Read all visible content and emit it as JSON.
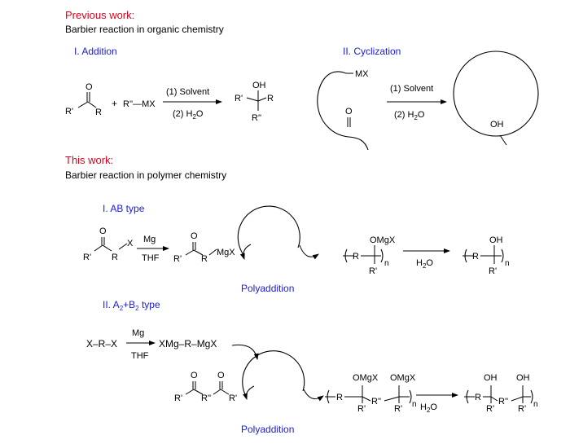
{
  "previous": {
    "heading": "Previous work:",
    "subtitle": "Barbier reaction in organic chemistry",
    "addition": {
      "label": "I. Addition",
      "ketone": {
        "o": "O",
        "r1": "R'",
        "r2": "R"
      },
      "plus": "+",
      "reagent": "R''—MX",
      "cond1": "(1) Solvent",
      "cond2_pre": "(2) H",
      "cond2_sub": "2",
      "cond2_post": "O",
      "product": {
        "oh": "OH",
        "r1": "R'",
        "r2": "R",
        "r3": "R''"
      }
    },
    "cyclization": {
      "label": "II. Cyclization",
      "mx": "MX",
      "o": "O",
      "cond1": "(1) Solvent",
      "cond2_pre": "(2) H",
      "cond2_sub": "2",
      "cond2_post": "O",
      "oh": "OH"
    }
  },
  "this_work": {
    "heading": "This work:",
    "subtitle": "Barbier reaction in polymer chemistry",
    "ab": {
      "label": "I. AB type",
      "monomer": {
        "o": "O",
        "r1": "R'",
        "r2": "R",
        "x": "X"
      },
      "mg": "Mg",
      "thf": "THF",
      "grignard": {
        "o": "O",
        "r1": "R'",
        "r2": "R",
        "mgx": "MgX"
      },
      "cycle_label": "Polyaddition",
      "polymer": {
        "omgx": "OMgX",
        "r": "R",
        "r1": "R'",
        "n": "n"
      },
      "h2o_pre": "H",
      "h2o_sub": "2",
      "h2o_post": "O",
      "final": {
        "oh": "OH",
        "r": "R",
        "r1": "R'",
        "n": "n"
      }
    },
    "a2b2": {
      "label_pre": "II. A",
      "label_sub1": "2",
      "label_mid": "+B",
      "label_sub2": "2",
      "label_post": " type",
      "dihalide": "X–R–X",
      "mg": "Mg",
      "thf": "THF",
      "digrignard": "XMg–R–MgX",
      "diketone": {
        "o1": "O",
        "o2": "O",
        "r1": "R'",
        "r2": "R''",
        "r3": "R'"
      },
      "cycle_label": "Polyaddition",
      "polymer": {
        "omgx1": "OMgX",
        "omgx2": "OMgX",
        "r": "R",
        "r1": "R'",
        "r2": "R''",
        "r3": "R'",
        "n": "n"
      },
      "h2o_pre": "H",
      "h2o_sub": "2",
      "h2o_post": "O",
      "final": {
        "oh1": "OH",
        "oh2": "OH",
        "r": "R",
        "r1": "R'",
        "r2": "R''",
        "r3": "R'",
        "n": "n"
      }
    }
  }
}
